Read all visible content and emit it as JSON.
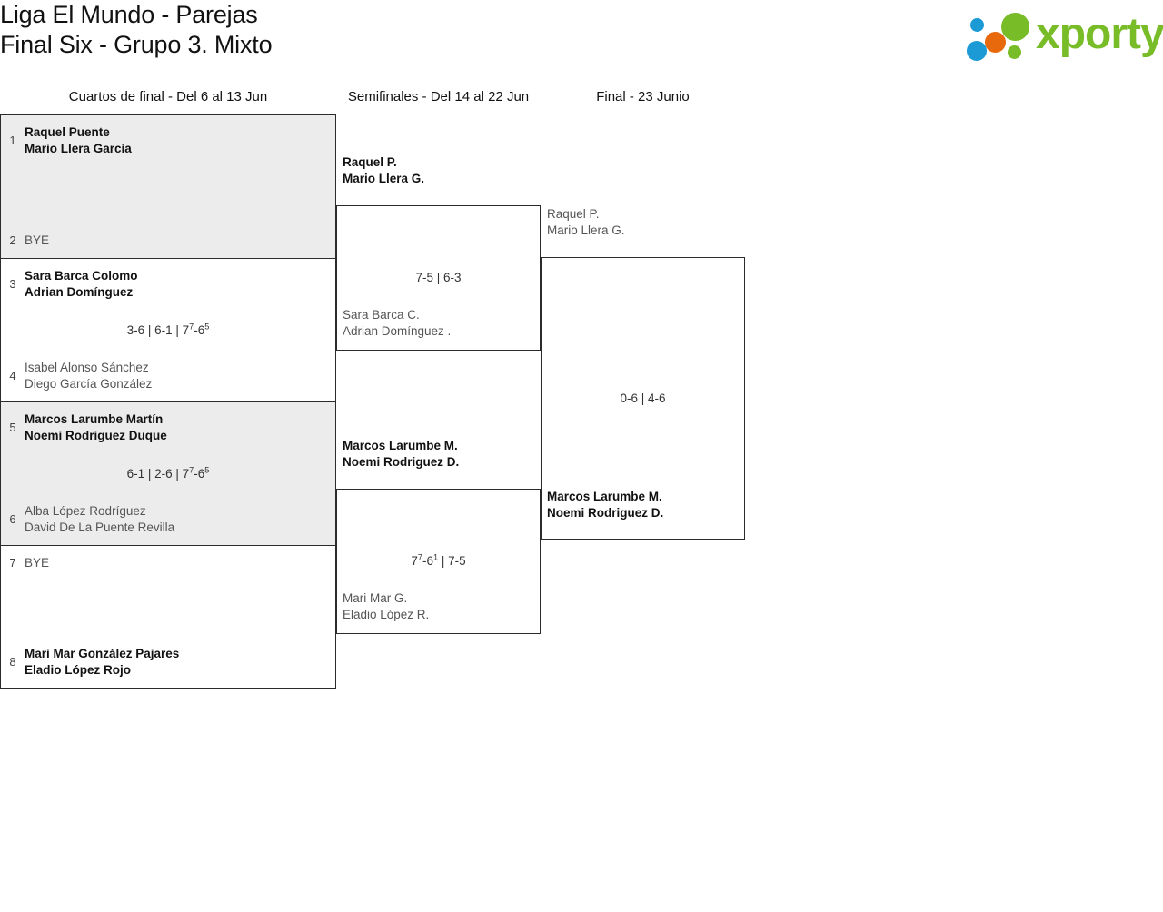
{
  "header": {
    "title_line1": "Liga El Mundo - Parejas",
    "title_line2": "Final Six - Grupo 3. Mixto",
    "logo_text": "xporty"
  },
  "rounds": [
    {
      "key": "qf",
      "label": "Cuartos de final - Del 6 al 13 Jun"
    },
    {
      "key": "sf",
      "label": "Semifinales - Del 14 al 22 Jun"
    },
    {
      "key": "f",
      "label": "Final - 23 Junio"
    }
  ],
  "quarterfinals": [
    {
      "top": {
        "seed": "1",
        "line1": "Raquel Puente",
        "line2": "Mario Llera García",
        "winner": true
      },
      "bottom": {
        "seed": "2",
        "line1": "BYE",
        "line2": "",
        "winner": false,
        "bye": true
      },
      "score": ""
    },
    {
      "top": {
        "seed": "3",
        "line1": "Sara Barca Colomo",
        "line2": "Adrian Domínguez",
        "winner": true
      },
      "bottom": {
        "seed": "4",
        "line1": "Isabel Alonso Sánchez",
        "line2": "Diego García González",
        "winner": false
      },
      "score": "3-6 | 6-1 | 7⁷-6⁵",
      "score_parts": [
        {
          "t": "3-6 | 6-1 | 7",
          "sup": false
        },
        {
          "t": "7",
          "sup": true
        },
        {
          "t": "-6",
          "sup": false
        },
        {
          "t": "5",
          "sup": true
        }
      ]
    },
    {
      "top": {
        "seed": "5",
        "line1": "Marcos Larumbe Martín",
        "line2": "Noemi Rodriguez Duque",
        "winner": true
      },
      "bottom": {
        "seed": "6",
        "line1": "Alba López Rodríguez",
        "line2": "David De La Puente Revilla",
        "winner": false
      },
      "score": "6-1 | 2-6 | 7⁷-6⁵",
      "score_parts": [
        {
          "t": "6-1 | 2-6 | 7",
          "sup": false
        },
        {
          "t": "7",
          "sup": true
        },
        {
          "t": "-6",
          "sup": false
        },
        {
          "t": "5",
          "sup": true
        }
      ]
    },
    {
      "top": {
        "seed": "7",
        "line1": "BYE",
        "line2": "",
        "winner": false,
        "bye": true
      },
      "bottom": {
        "seed": "8",
        "line1": "Mari Mar González Pajares",
        "line2": "Eladio López Rojo",
        "winner": true
      },
      "score": ""
    }
  ],
  "semifinals": [
    {
      "top": {
        "line1": "Raquel P.",
        "line2": "Mario Llera G.",
        "winner": true
      },
      "bottom": {
        "line1": "Sara Barca C.",
        "line2": "Adrian Domínguez .",
        "winner": false
      },
      "score": "7-5 | 6-3",
      "score_parts": [
        {
          "t": "7-5 | 6-3",
          "sup": false
        }
      ]
    },
    {
      "top": {
        "line1": "Marcos Larumbe M.",
        "line2": "Noemi Rodriguez D.",
        "winner": true
      },
      "bottom": {
        "line1": "Mari Mar G.",
        "line2": "Eladio López R.",
        "winner": false
      },
      "score": "7⁷-6¹ | 7-5",
      "score_parts": [
        {
          "t": "7",
          "sup": false
        },
        {
          "t": "7",
          "sup": true
        },
        {
          "t": "-6",
          "sup": false
        },
        {
          "t": "1",
          "sup": true
        },
        {
          "t": " | 7-5",
          "sup": false
        }
      ]
    }
  ],
  "final": {
    "top": {
      "line1": "Raquel P.",
      "line2": "Mario Llera G.",
      "winner": false
    },
    "bottom": {
      "line1": "Marcos Larumbe M.",
      "line2": "Noemi Rodriguez D.",
      "winner": true
    },
    "score": "0-6 | 4-6",
    "score_parts": [
      {
        "t": "0-6 | 4-6",
        "sup": false
      }
    ]
  },
  "colors": {
    "brand_green": "#78bc27",
    "brand_blue": "#1b9ad6",
    "brand_orange": "#e8690b",
    "shaded_row": "#ececec",
    "border": "#2b2b2b"
  }
}
